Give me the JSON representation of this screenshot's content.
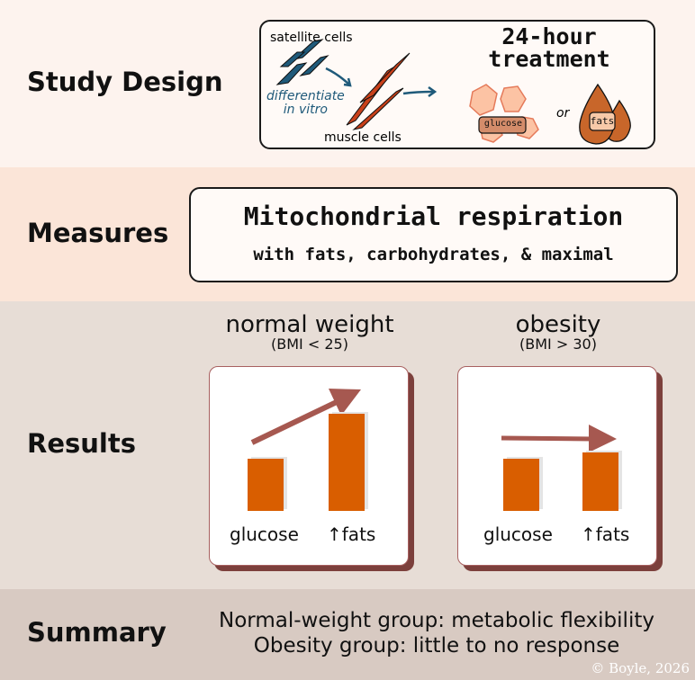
{
  "sections": {
    "design": "Study Design",
    "measures": "Measures",
    "results": "Results",
    "summary": "Summary"
  },
  "design": {
    "satellite": "satellite cells",
    "differentiate_1": "differentiate",
    "differentiate_2": "in vitro",
    "muscle": "muscle cells",
    "treatment_1": "24-hour",
    "treatment_2": "treatment",
    "glucose": "glucose",
    "or": "or",
    "fats": "fats"
  },
  "measures": {
    "title": "Mitochondrial respiration",
    "subtitle": "with fats, carbohydrates, & maximal"
  },
  "results": {
    "groups": [
      {
        "title": "normal weight",
        "subtitle": "(BMI < 25)",
        "bars": [
          {
            "label": "glucose",
            "value": 1.0
          },
          {
            "label": "fats",
            "value": 1.86
          }
        ],
        "arrow": "increase"
      },
      {
        "title": "obesity",
        "subtitle": "(BMI > 30)",
        "bars": [
          {
            "label": "glucose",
            "value": 1.0
          },
          {
            "label": "fats",
            "value": 1.12
          }
        ],
        "arrow": "flat"
      }
    ]
  },
  "summary": {
    "line1": "Normal-weight group: metabolic flexibility",
    "line2": "Obesity group: little to no response"
  },
  "copyright": "© Boyle, 2026",
  "colors": {
    "bar": "#d95e00",
    "arrow": "#a65850",
    "cells": "#1f5a7a",
    "muscle": "#c8401a"
  }
}
